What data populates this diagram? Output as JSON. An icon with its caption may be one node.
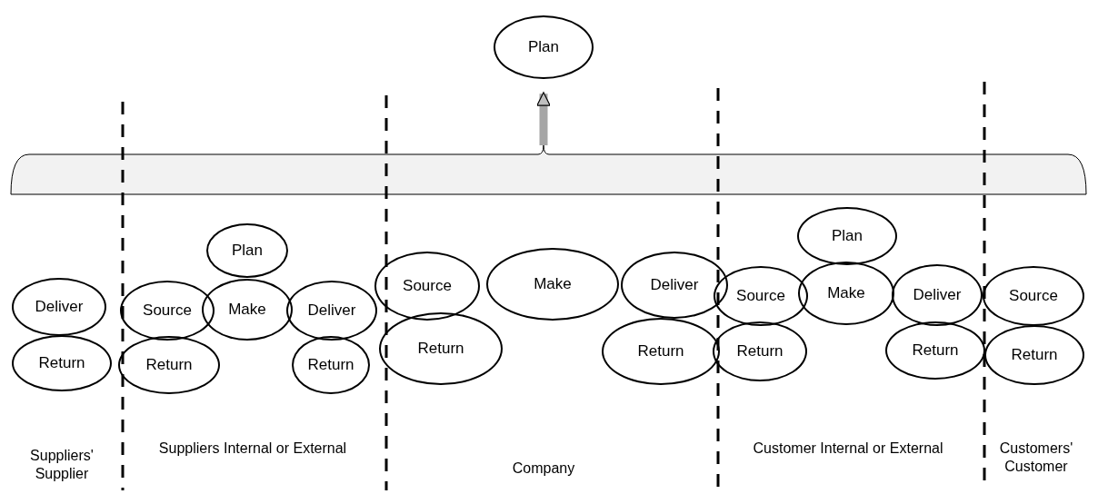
{
  "diagram": {
    "nodes": [
      {
        "text": [
          "Plan"
        ]
      },
      {
        "text": [],
        "shape": "bar"
      },
      {
        "text": [
          "Deliver"
        ]
      },
      {
        "text": [
          "Return"
        ]
      },
      {
        "text": [
          "Plan"
        ]
      },
      {
        "text": [
          "Source"
        ]
      },
      {
        "text": [
          "Make"
        ]
      },
      {
        "text": [
          "Deliver"
        ]
      },
      {
        "text": [
          "Return"
        ]
      },
      {
        "text": [
          "Return"
        ]
      },
      {
        "text": [
          "Source"
        ]
      },
      {
        "text": [
          "Make"
        ]
      },
      {
        "text": [
          "Deliver"
        ]
      },
      {
        "text": [
          "Return"
        ]
      },
      {
        "text": [
          "Return"
        ]
      },
      {
        "text": [
          "Plan"
        ]
      },
      {
        "text": [
          "Source"
        ]
      },
      {
        "text": [
          "Make"
        ]
      },
      {
        "text": [
          "Deliver"
        ]
      },
      {
        "text": [
          "Return"
        ]
      },
      {
        "text": [
          "Return"
        ]
      },
      {
        "text": [
          "Source"
        ]
      },
      {
        "text": [
          "Return"
        ]
      }
    ],
    "edges": [
      {
        "from": 1,
        "to": 0,
        "arrow": "to"
      }
    ],
    "labels": [
      "Suppliers' Supplier",
      "Suppliers Internal or External",
      "Company",
      "Customer Internal or External",
      "Customers' Customer"
    ]
  }
}
